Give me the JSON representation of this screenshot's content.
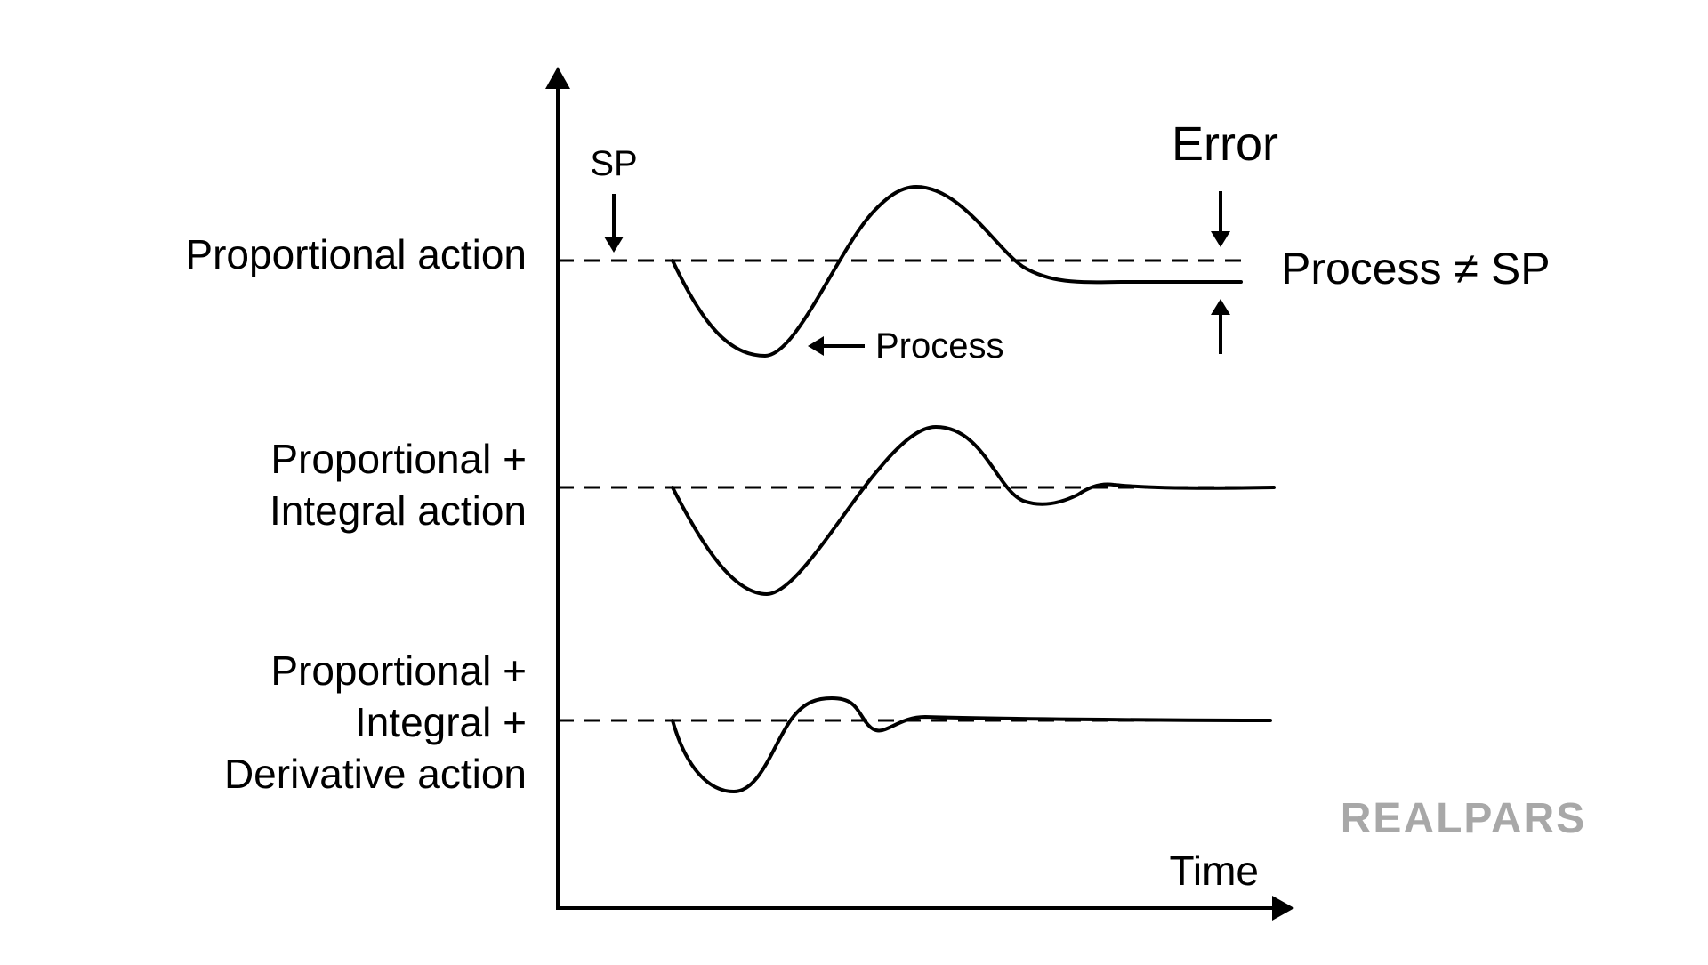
{
  "diagram": {
    "axis_label_time": "Time",
    "panels": [
      {
        "label_lines": [
          "Proportional action"
        ]
      },
      {
        "label_lines": [
          "Proportional +",
          "Integral action"
        ]
      },
      {
        "label_lines": [
          "Proportional +",
          "Integral +",
          "Derivative action"
        ]
      }
    ],
    "annotations": {
      "sp": "SP",
      "process": "Process",
      "error": "Error",
      "process_not_equal_sp": "Process ≠ SP"
    },
    "logo": "REALPARS",
    "colors": {
      "ink": "#000000",
      "logo": "#a8a8a8",
      "background": "#ffffff"
    }
  }
}
